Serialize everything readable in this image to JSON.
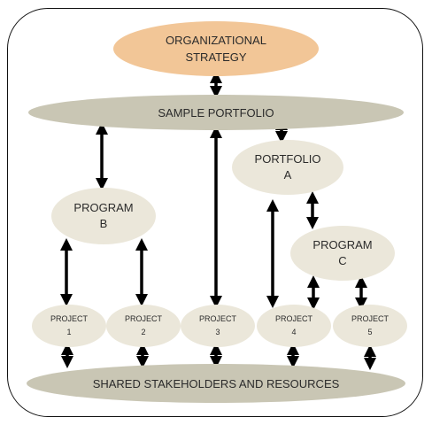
{
  "diagram": {
    "strategy": {
      "line1": "ORGANIZATIONAL",
      "line2": "STRATEGY"
    },
    "sample_portfolio": "SAMPLE PORTFOLIO",
    "portfolio_a": {
      "line1": "PORTFOLIO",
      "line2": "A"
    },
    "program_b": {
      "line1": "PROGRAM",
      "line2": "B"
    },
    "program_c": {
      "line1": "PROGRAM",
      "line2": "C"
    },
    "projects": [
      {
        "line1": "PROJECT",
        "line2": "1"
      },
      {
        "line1": "PROJECT",
        "line2": "2"
      },
      {
        "line1": "PROJECT",
        "line2": "3"
      },
      {
        "line1": "PROJECT",
        "line2": "4"
      },
      {
        "line1": "PROJECT",
        "line2": "5"
      }
    ],
    "shared": "SHARED STAKEHOLDERS AND RESOURCES"
  },
  "colors": {
    "strategy_fill": "#f2c697",
    "bar_fill": "#c9c6b4",
    "node_fill": "#ebe7da",
    "arrow": "#000000"
  }
}
